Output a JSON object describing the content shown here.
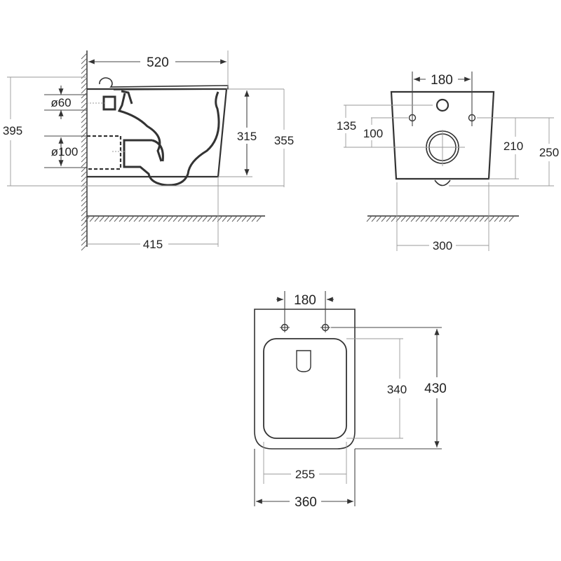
{
  "side_view": {
    "width": "520",
    "total_height": "395",
    "diameter_inlet": "ø60",
    "diameter_outlet": "ø100",
    "body_height": "315",
    "mount_height": "355",
    "projection": "415"
  },
  "back_view": {
    "bolt_spacing": "180",
    "inlet_height": "135",
    "bolt_offset": "100",
    "outlet_height": "210",
    "total_height": "250",
    "width": "300"
  },
  "top_view": {
    "bolt_spacing": "180",
    "seat_length": "340",
    "total_length": "430",
    "seat_width": "255",
    "total_width": "360"
  }
}
